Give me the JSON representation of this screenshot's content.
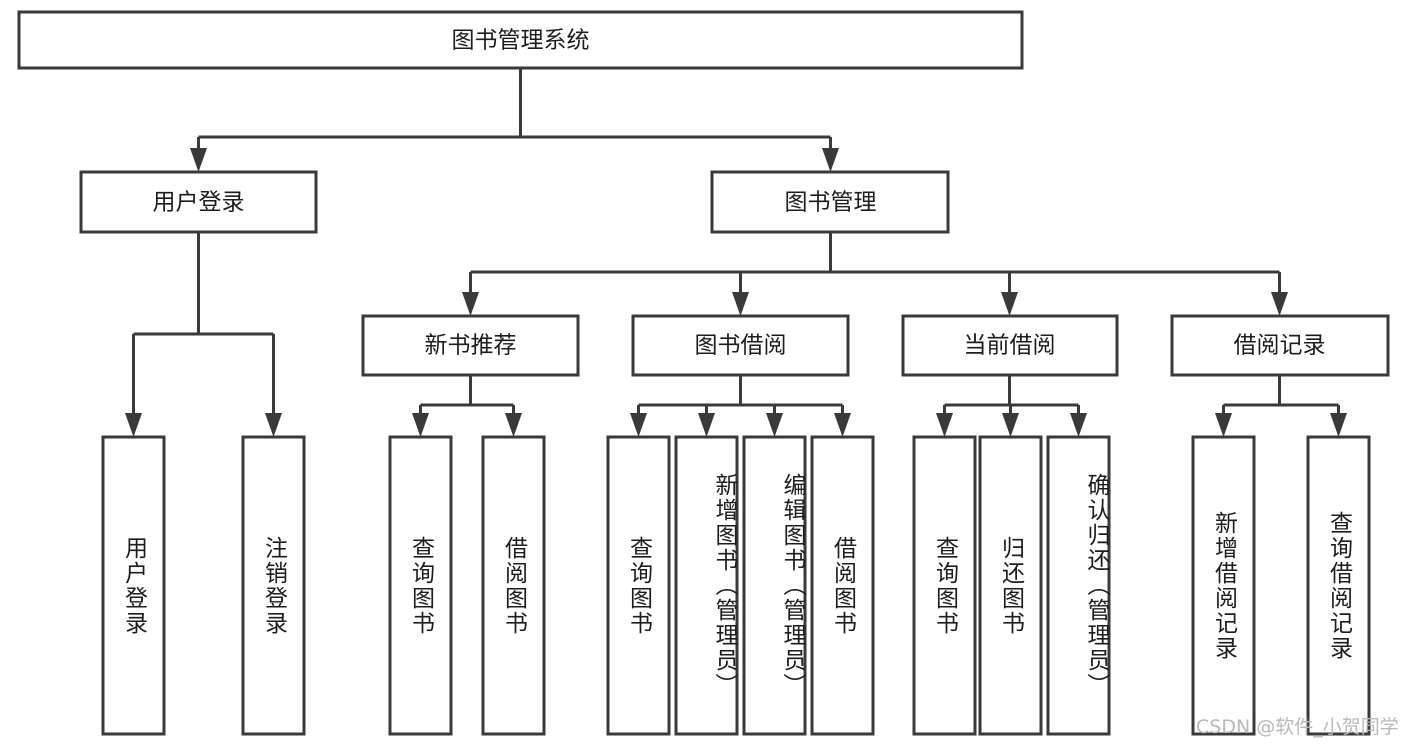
{
  "diagram": {
    "type": "tree",
    "title": "图书管理系统",
    "orientation": "top-down",
    "watermark": "CSDN @软件_小贺同学",
    "colors": {
      "background": "#ffffff",
      "box_fill": "#ffffff",
      "box_stroke": "#3a3a3a",
      "connector": "#3a3a3a",
      "text": "#1d1d1d",
      "watermark": "#b9b9b9"
    },
    "root": {
      "id": "root",
      "label": "图书管理系统"
    },
    "level2": [
      {
        "id": "user-login",
        "label": "用户登录"
      },
      {
        "id": "book-manage",
        "label": "图书管理"
      }
    ],
    "level3": [
      {
        "id": "new-book-recommend",
        "label": "新书推荐",
        "parent": "book-manage"
      },
      {
        "id": "book-borrow",
        "label": "图书借阅",
        "parent": "book-manage"
      },
      {
        "id": "current-borrow",
        "label": "当前借阅",
        "parent": "book-manage"
      },
      {
        "id": "borrow-record",
        "label": "借阅记录",
        "parent": "book-manage"
      }
    ],
    "leaves": [
      {
        "id": "leaf-user-login",
        "label": "用户登录",
        "parent": "user-login"
      },
      {
        "id": "leaf-user-logout",
        "label": "注销登录",
        "parent": "user-login"
      },
      {
        "id": "leaf-query-book-1",
        "label": "查询图书",
        "parent": "new-book-recommend"
      },
      {
        "id": "leaf-borrow-book-1",
        "label": "借阅图书",
        "parent": "new-book-recommend"
      },
      {
        "id": "leaf-query-book-2",
        "label": "查询图书",
        "parent": "book-borrow"
      },
      {
        "id": "leaf-add-book",
        "label": "新增图书（管理员）",
        "parent": "book-borrow"
      },
      {
        "id": "leaf-edit-book",
        "label": "编辑图书（管理员）",
        "parent": "book-borrow"
      },
      {
        "id": "leaf-borrow-book-2",
        "label": "借阅图书",
        "parent": "book-borrow"
      },
      {
        "id": "leaf-query-book-3",
        "label": "查询图书",
        "parent": "current-borrow"
      },
      {
        "id": "leaf-return-book",
        "label": "归还图书",
        "parent": "current-borrow"
      },
      {
        "id": "leaf-confirm-return",
        "label": "确认归还（管理员）",
        "parent": "current-borrow"
      },
      {
        "id": "leaf-add-record",
        "label": "新增借阅记录",
        "parent": "borrow-record"
      },
      {
        "id": "leaf-query-record",
        "label": "查询借阅记录",
        "parent": "borrow-record"
      }
    ]
  }
}
